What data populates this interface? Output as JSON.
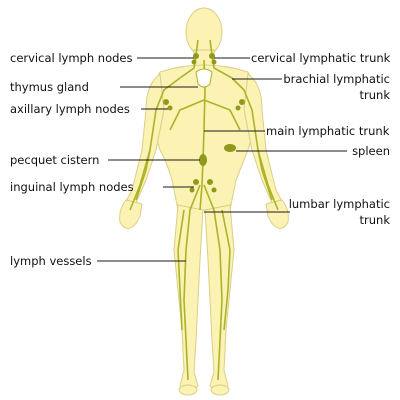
{
  "diagram": {
    "colors": {
      "skin": "#fbf2b4",
      "skin_edge": "#d9cf86",
      "vessel": "#a9b428",
      "node": "#8f9a1d",
      "leader": "#1a1a1a",
      "thymus": "#ffffff"
    },
    "labels": {
      "cervical_lymph_nodes": "cervical lymph nodes",
      "thymus_gland": "thymus gland",
      "axillary_lymph_nodes": "axillary lymph nodes",
      "pecquet_cistern": "pecquet cistern",
      "inguinal_lymph_nodes": "inguinal lymph nodes",
      "lymph_vessels": "lymph vessels",
      "cervical_lymphatic_trunk": "cervical lymphatic trunk",
      "brachial_lymphatic_trunk_line1": "brachial lymphatic",
      "brachial_lymphatic_trunk_line2": "trunk",
      "main_lymphatic_trunk": "main lymphatic trunk",
      "spleen": "spleen",
      "lumbar_lymphatic_trunk_line1": "lumbar lymphatic",
      "lumbar_lymphatic_trunk_line2": "trunk"
    }
  }
}
